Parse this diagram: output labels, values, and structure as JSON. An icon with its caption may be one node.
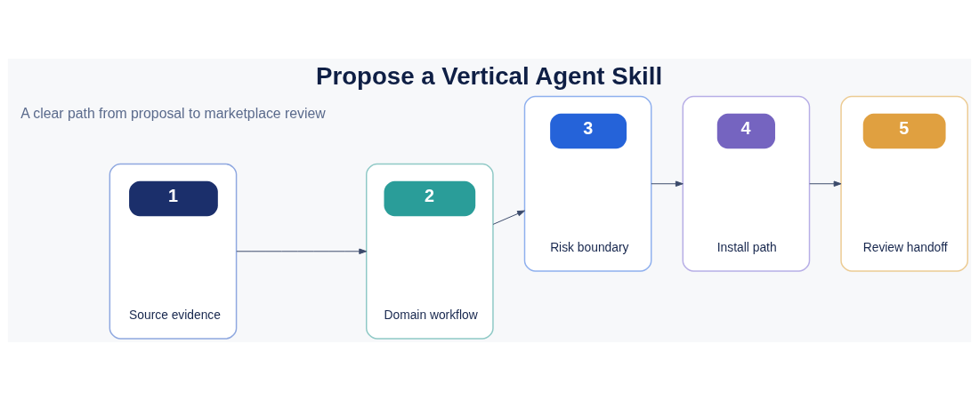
{
  "diagram": {
    "title": "Propose a Vertical Agent Skill",
    "nodes": [
      {
        "text": [
          "1",
          "Source evidence"
        ]
      },
      {
        "text": [
          "2",
          "Domain workflow"
        ]
      },
      {
        "text": [
          "3",
          "Risk boundary"
        ]
      },
      {
        "text": [
          "4",
          "Install path"
        ]
      },
      {
        "text": [
          "5",
          "Review handoff"
        ]
      }
    ],
    "edges": [
      {
        "from": 0,
        "to": 1,
        "arrow": "to"
      },
      {
        "from": 1,
        "to": 2,
        "arrow": "to"
      },
      {
        "from": 2,
        "to": 3,
        "arrow": "to"
      },
      {
        "from": 3,
        "to": 4,
        "arrow": "to"
      }
    ],
    "labels": [
      "A clear path from proposal to marketplace review"
    ]
  }
}
